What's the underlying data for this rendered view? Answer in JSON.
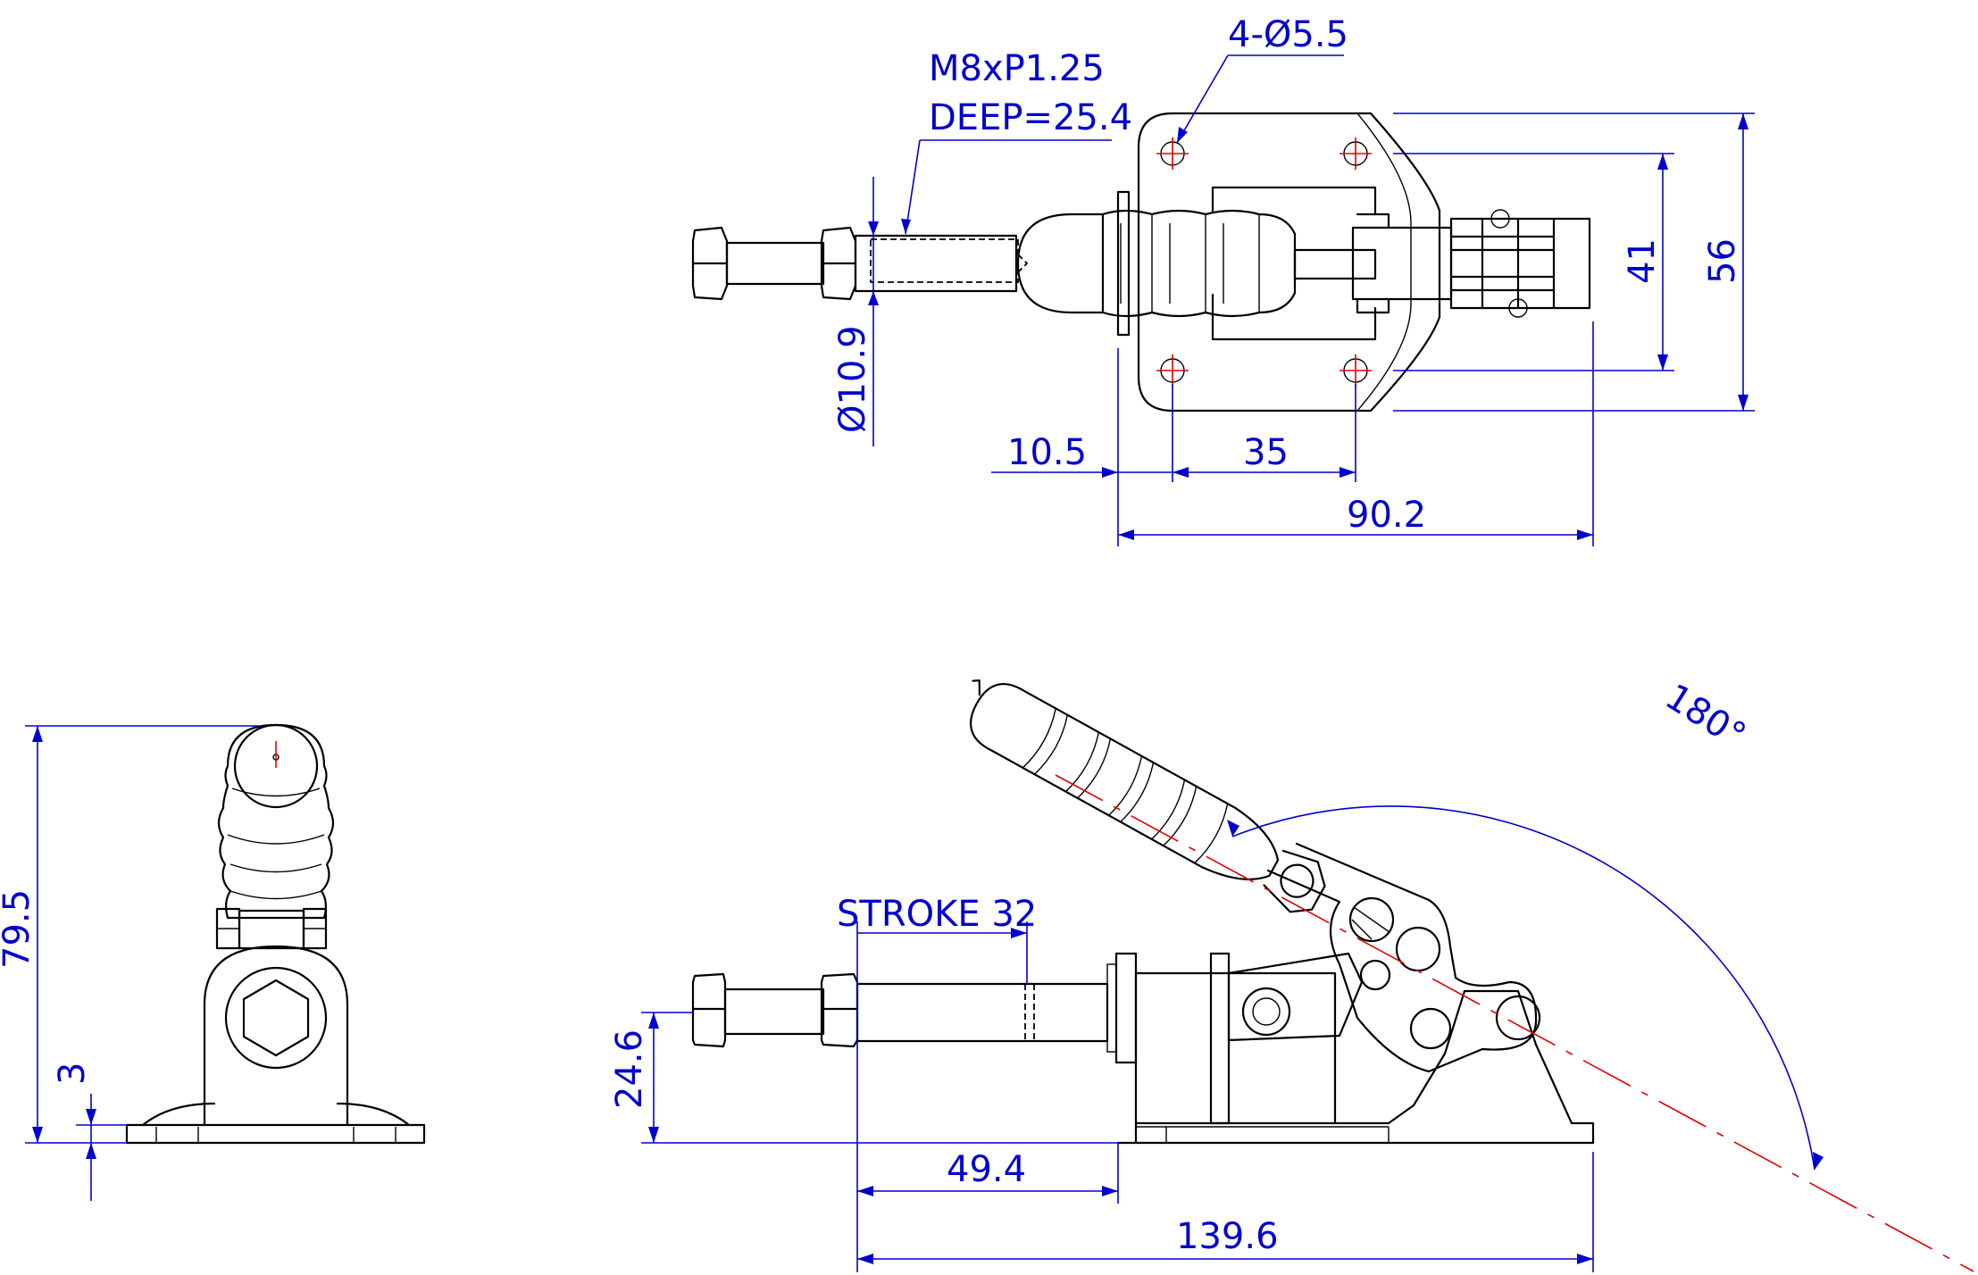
{
  "dimensions": {
    "hole_callout": "4-Ø5.5",
    "thread_callout": "M8xP1.25",
    "thread_depth": "DEEP=25.4",
    "shaft_diameter": "Ø10.9",
    "offset_left": "10.5",
    "hole_spacing_x": "35",
    "base_length_top": "90.2",
    "hole_spacing_y": "41",
    "base_width": "56",
    "total_height": "79.5",
    "base_thickness": "3",
    "stroke": "STROKE 32",
    "spindle_height": "24.6",
    "spindle_offset": "49.4",
    "total_length": "139.6",
    "handle_rotation": "180°"
  },
  "colors": {
    "part_outline": "#000000",
    "dimension": "#0000cc",
    "centerline": "#e00000",
    "background": "#ffffff"
  }
}
